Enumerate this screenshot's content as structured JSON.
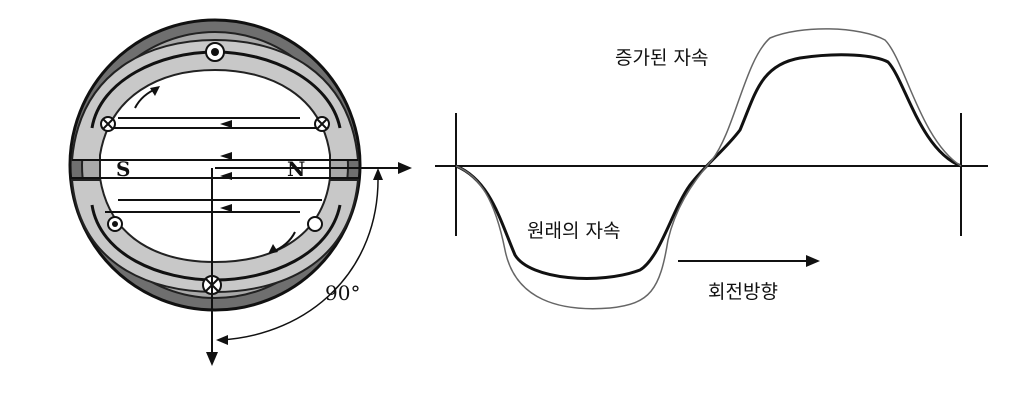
{
  "motor": {
    "pole_s": "S",
    "pole_n": "N",
    "angle": "90°"
  },
  "waveform": {
    "increased_flux_label": "증가된 자속",
    "original_flux_label": "원래의 자속",
    "rotation_label": "회전방향"
  }
}
